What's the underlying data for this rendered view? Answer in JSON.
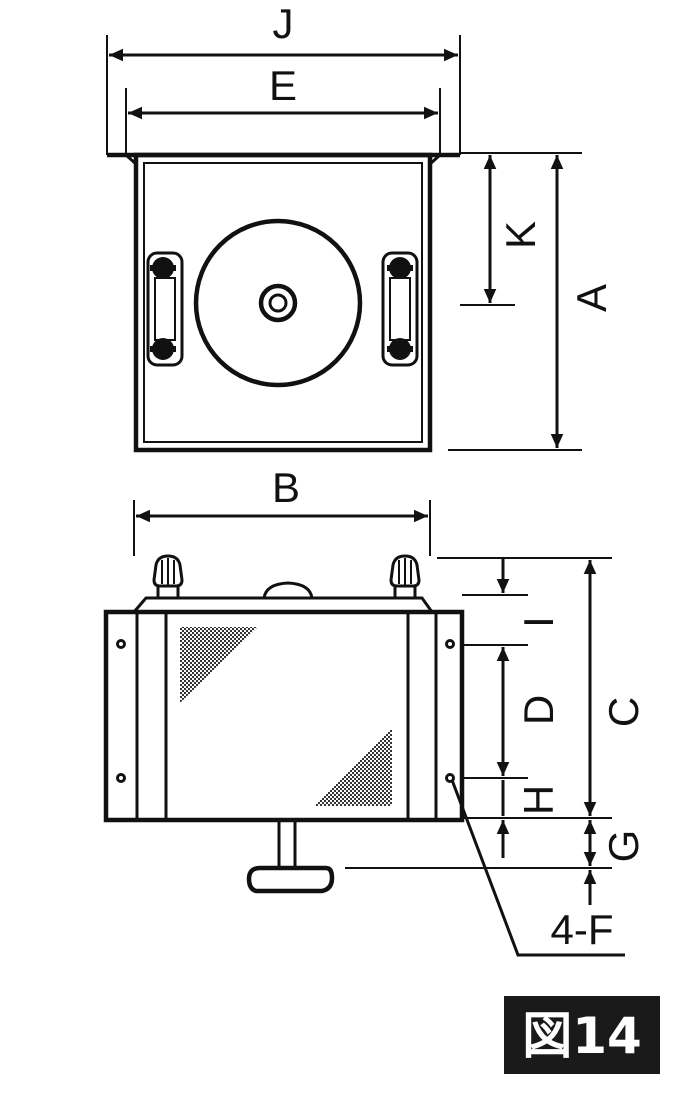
{
  "figure": {
    "label": "図14"
  },
  "top_view": {
    "dimensions": {
      "J": "J",
      "E": "E",
      "K": "K",
      "A": "A"
    }
  },
  "front_view": {
    "dimensions": {
      "B": "B",
      "I": "I",
      "D": "D",
      "C": "C",
      "H": "H",
      "G": "G",
      "F": "4-F"
    }
  },
  "colors": {
    "line": "#111111",
    "background": "#ffffff",
    "label_box": "#1a1a1a"
  }
}
